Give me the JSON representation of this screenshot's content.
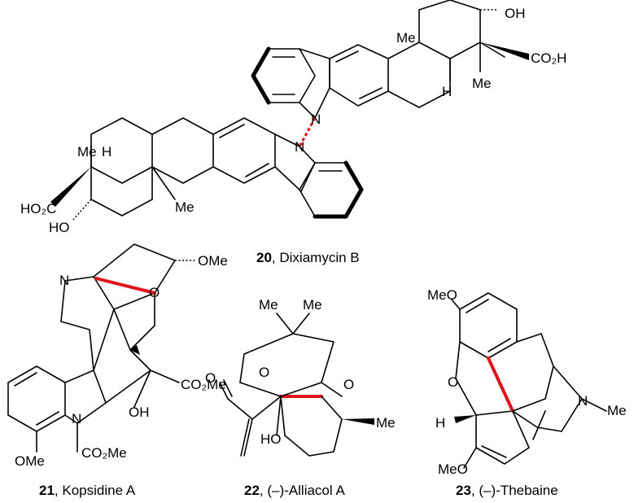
{
  "compounds": [
    {
      "number": "20",
      "name": ", Dixiamycin B"
    },
    {
      "number": "21",
      "name": ", Kopsidine A"
    },
    {
      "number": "22",
      "name": ", (–)-Alliacol A"
    },
    {
      "number": "23",
      "name": ", (–)-Thebaine"
    }
  ],
  "atom_labels": {
    "oh_top": "OH",
    "co2h": "CO₂H",
    "me_top_a": "Me",
    "h_top": "H",
    "me_top_b": "Me",
    "n_top": "N",
    "n_mid": "N",
    "me_mid": "Me",
    "h_mid": "H",
    "ho2c": "HO₂C",
    "me_mid_b": "Me",
    "ho_mid": "HO",
    "n21_top": "N",
    "ome21": "OMe",
    "o21": "O",
    "n21": "N",
    "co2me21a": "CO₂Me",
    "oh21": "OH",
    "co2me21b": "CO₂Me",
    "ome21b": "OMe",
    "me22a": "Me",
    "me22b": "Me",
    "o22a": "O",
    "o22b": "O",
    "o22c": "O",
    "me22c": "Me",
    "ho22": "HO",
    "meo23a": "MeO",
    "o23": "O",
    "h23": "H",
    "n23": "N",
    "me23": "Me",
    "meo23b": "MeO"
  },
  "colors": {
    "bond": "#000000",
    "highlight": "#e0141a"
  }
}
